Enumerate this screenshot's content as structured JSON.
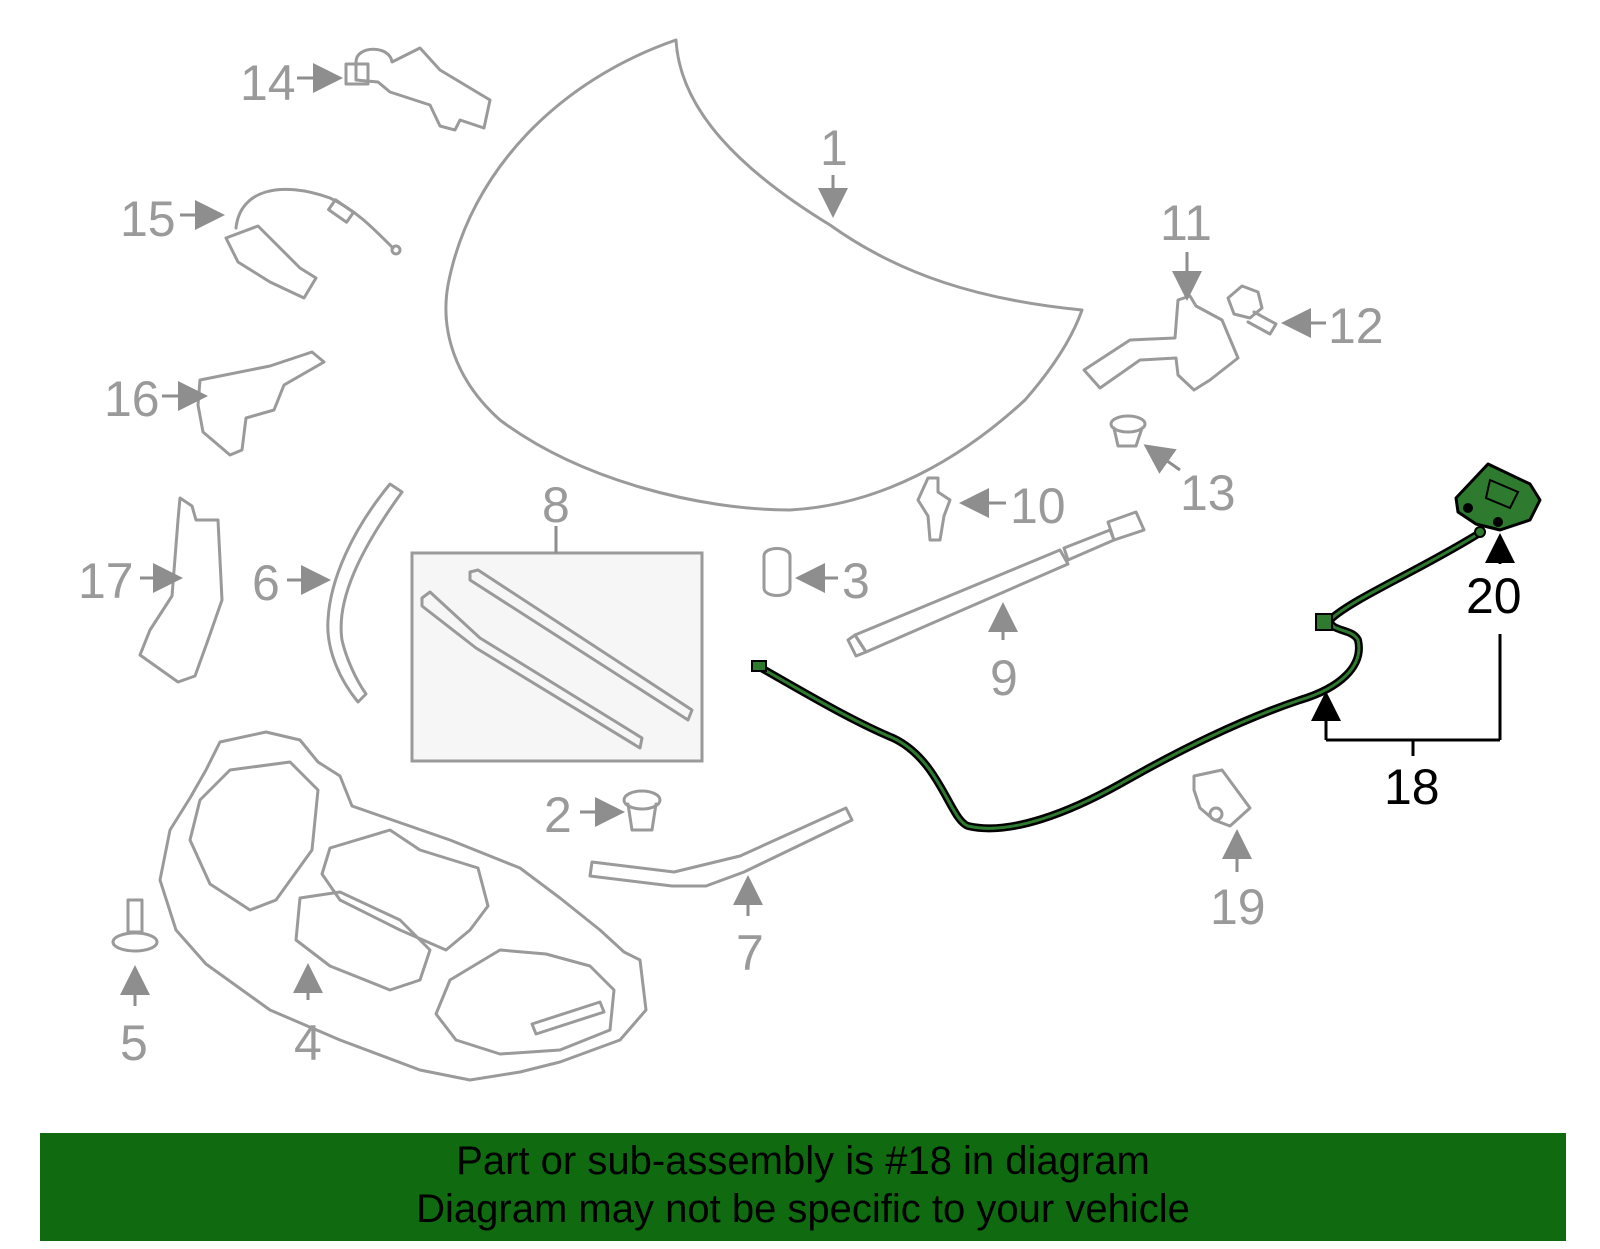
{
  "callouts": {
    "c1": "1",
    "c2": "2",
    "c3": "3",
    "c4": "4",
    "c5": "5",
    "c6": "6",
    "c7": "7",
    "c8": "8",
    "c9": "9",
    "c10": "10",
    "c11": "11",
    "c12": "12",
    "c13": "13",
    "c14": "14",
    "c15": "15",
    "c16": "16",
    "c17": "17",
    "c18": "18",
    "c19": "19",
    "c20": "20"
  },
  "colors": {
    "footer_bg": "#0f6a10",
    "highlight_part": "#2e7a2e",
    "gray_part": "#9a9a9a"
  },
  "footer": {
    "line1": "Part or sub-assembly is #18 in diagram",
    "line2": "Diagram may not be specific to your vehicle"
  }
}
